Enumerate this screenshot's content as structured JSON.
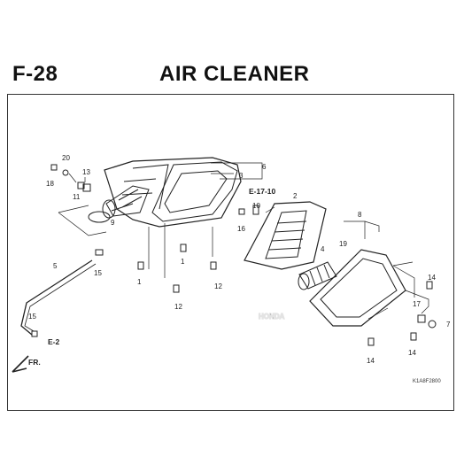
{
  "header": {
    "section_code": "F-28",
    "title": "AIR CLEANER"
  },
  "watermark": "HONDA",
  "refs": {
    "e17": "E-17-10",
    "e2": "E-2",
    "front": "FR."
  },
  "diagram_code": "K1A8F2800",
  "callouts": [
    {
      "id": "c1a",
      "label": "1"
    },
    {
      "id": "c1b",
      "label": "1"
    },
    {
      "id": "c2",
      "label": "2"
    },
    {
      "id": "c3",
      "label": "3"
    },
    {
      "id": "c4",
      "label": "4"
    },
    {
      "id": "c5",
      "label": "5"
    },
    {
      "id": "c6",
      "label": "6"
    },
    {
      "id": "c7",
      "label": "7"
    },
    {
      "id": "c8",
      "label": "8"
    },
    {
      "id": "c9",
      "label": "9"
    },
    {
      "id": "c10",
      "label": "10"
    },
    {
      "id": "c11",
      "label": "11"
    },
    {
      "id": "c12a",
      "label": "12"
    },
    {
      "id": "c12b",
      "label": "12"
    },
    {
      "id": "c13",
      "label": "13"
    },
    {
      "id": "c14a",
      "label": "14"
    },
    {
      "id": "c14b",
      "label": "14"
    },
    {
      "id": "c14c",
      "label": "14"
    },
    {
      "id": "c15a",
      "label": "15"
    },
    {
      "id": "c15b",
      "label": "15"
    },
    {
      "id": "c16",
      "label": "16"
    },
    {
      "id": "c17",
      "label": "17"
    },
    {
      "id": "c18",
      "label": "18"
    },
    {
      "id": "c19",
      "label": "19"
    },
    {
      "id": "c20",
      "label": "20"
    }
  ]
}
